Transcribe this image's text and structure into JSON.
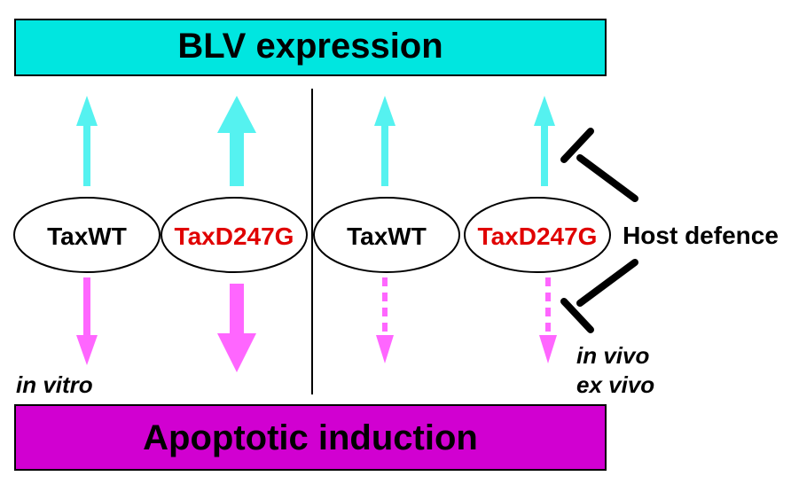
{
  "top_bar": {
    "label": "BLV expression",
    "color": "#00e6e0"
  },
  "bottom_bar": {
    "label": "Apoptotic induction",
    "color": "#d100d1"
  },
  "left_panel": {
    "nodes": [
      {
        "label": "TaxWT",
        "color": "#000000"
      },
      {
        "label": "TaxD247G",
        "color": "#e00000"
      }
    ],
    "condition": "in vitro"
  },
  "right_panel": {
    "nodes": [
      {
        "label": "TaxWT",
        "color": "#000000"
      },
      {
        "label": "TaxD247G",
        "color": "#e00000"
      }
    ],
    "conditions": [
      "in vivo",
      "ex vivo"
    ]
  },
  "host_defence": {
    "label": "Host defence"
  },
  "colors": {
    "up_arrow": "#55f2f0",
    "down_arrow": "#ff66ff",
    "inhibit": "#000000"
  }
}
